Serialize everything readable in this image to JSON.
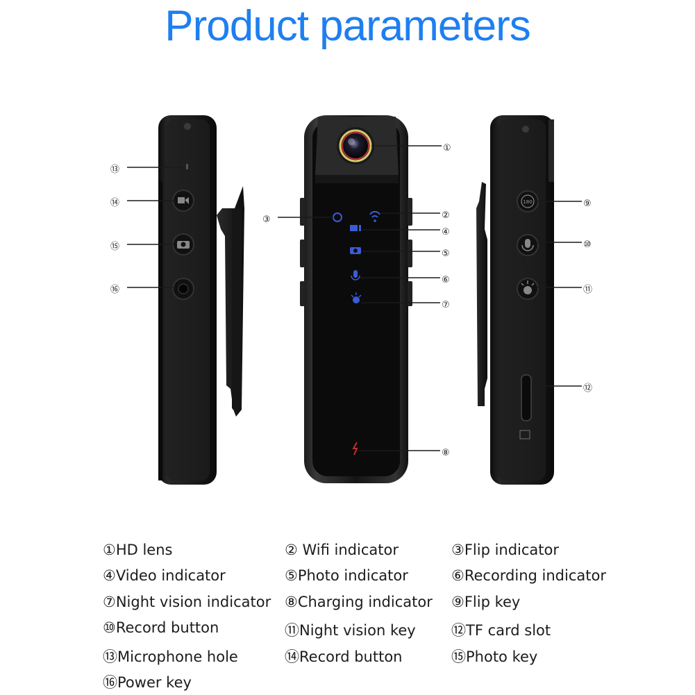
{
  "title": "Product parameters",
  "callouts": [
    "①",
    "②",
    "③",
    "④",
    "⑤",
    "⑥",
    "⑦",
    "⑧",
    "⑨",
    "⑩",
    "⑪",
    "⑫",
    "⑬",
    "⑭",
    "⑮",
    "⑯"
  ],
  "device": {
    "flip_badge_text": "180"
  },
  "legend": [
    "①HD lens",
    "② Wifi indicator",
    "③Flip indicator",
    "④Video indicator",
    "⑤Photo indicator",
    "⑥Recording indicator",
    "⑦Night vision indicator",
    "⑧Charging indicator",
    "⑨Flip key",
    "⑩Record button",
    "⑪Night vision key",
    "⑫TF card slot",
    "⑬Microphone hole",
    "⑭Record button",
    "⑮Photo key",
    "⑯Power key"
  ],
  "colors": {
    "title": "#1e7ff0",
    "indicator_blue": "#3b5bd8",
    "charging_red": "#c0302a",
    "lens_ring": "#d8c86a"
  }
}
